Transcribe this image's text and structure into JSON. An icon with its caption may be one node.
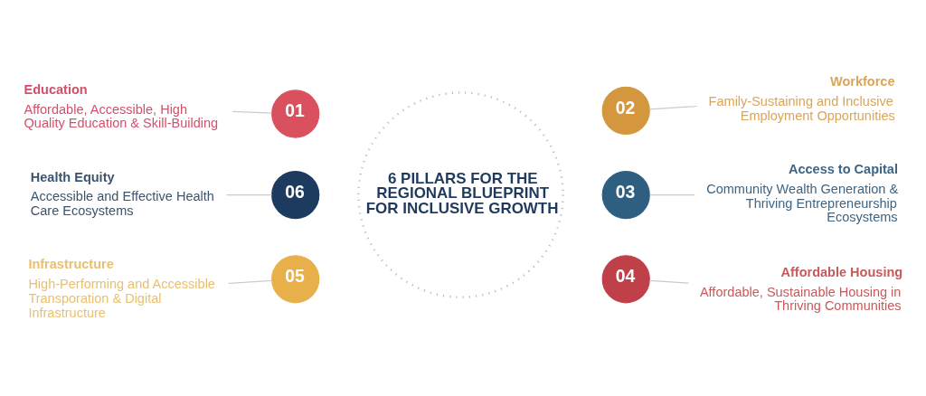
{
  "diagram": {
    "nodes": [
      {
        "text": [
          "6 PILLARS FOR THE REGIONAL BLUEPRINT FOR INCLUSIVE GROWTH"
        ]
      },
      {
        "text": [
          "Education",
          "Affordable, Accessible, High Quality Education & Skill-Building"
        ]
      },
      {
        "text": [
          "01"
        ]
      },
      {
        "text": [
          "02"
        ]
      },
      {
        "text": [
          "Workforce",
          "Family-Sustaining and Inclusive Employment Opportunities"
        ]
      },
      {
        "text": [
          "Health Equity",
          "Accessible and Effective Health Care Ecosystems"
        ]
      },
      {
        "text": [
          "06"
        ]
      },
      {
        "text": [
          "03"
        ]
      },
      {
        "text": [
          "Access to Capital",
          "Community Wealth Generation & Thriving Entrepreneurship Ecosystems"
        ]
      },
      {
        "text": [
          "Infrastructure",
          "High-Performing and Accessible Transporation & Digital Infrastructure"
        ]
      },
      {
        "text": [
          "05"
        ]
      },
      {
        "text": [
          "04"
        ]
      },
      {
        "text": [
          "Affordable Housing",
          "Affordable, Sustainable Housing in Thriving Communities"
        ]
      }
    ],
    "edges": [
      {
        "from": 1,
        "to": 2,
        "arrow": "none"
      },
      {
        "from": 3,
        "to": 4,
        "arrow": "none"
      },
      {
        "from": 5,
        "to": 6,
        "arrow": "none"
      },
      {
        "from": 7,
        "to": 8,
        "arrow": "none"
      },
      {
        "from": 9,
        "to": 10,
        "arrow": "none"
      },
      {
        "from": 11,
        "to": 12,
        "arrow": "none"
      }
    ]
  }
}
